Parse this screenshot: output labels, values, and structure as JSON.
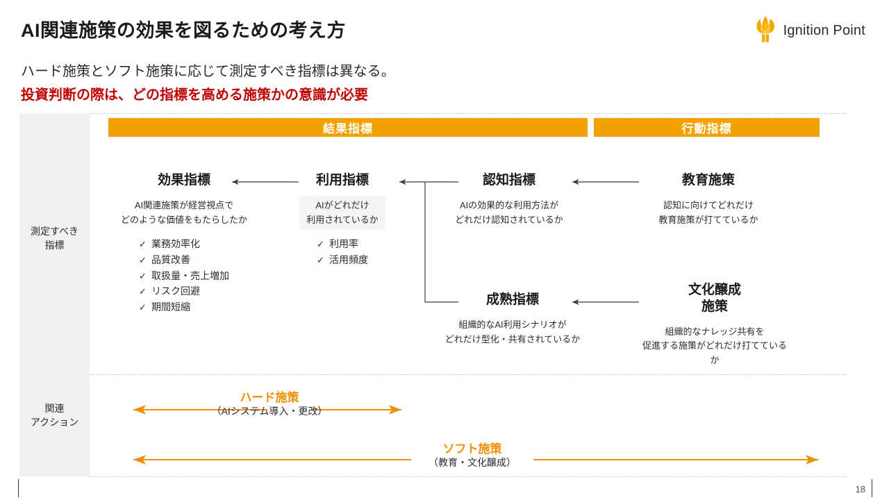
{
  "slide": {
    "title": "AI関連施策の効果を図るための考え方",
    "subtitle_1": "ハード施策とソフト施策に応じて測定すべき指標は異なる。",
    "subtitle_2": "投資判断の際は、どの指標を高める施策かの意識が必要",
    "page_number": "18"
  },
  "logo": {
    "text": "Ignition Point",
    "color": "#F2A100"
  },
  "sidebar": {
    "label_indicators": "測定すべき\n指標",
    "label_actions": "関連\nアクション"
  },
  "section_bars": {
    "results": "結果指標",
    "actions": "行動指標",
    "color": "#F2A100"
  },
  "nodes": {
    "effect": {
      "title": "効果指標",
      "desc": "AI関連施策が経営視点で\nどのような価値をもたらしたか",
      "checks": [
        "業務効率化",
        "品質改善",
        "取扱量・売上増加",
        "リスク回避",
        "期間短縮"
      ]
    },
    "usage": {
      "title": "利用指標",
      "desc": "AIがどれだけ\n利用されているか",
      "checks": [
        "利用率",
        "活用頻度"
      ]
    },
    "awareness": {
      "title": "認知指標",
      "desc": "AIの効果的な利用方法が\nどれだけ認知されているか"
    },
    "education": {
      "title": "教育施策",
      "desc": "認知に向けてどれだけ\n教育施策が打てているか"
    },
    "maturity": {
      "title": "成熟指標",
      "desc": "組織的なAI利用シナリオが\nどれだけ型化・共有されているか"
    },
    "culture": {
      "title": "文化醸成\n施策",
      "desc": "組織的なナレッジ共有を\n促進する施策がどれだけ打てているか"
    }
  },
  "policies": {
    "hard": {
      "name": "ハード施策",
      "sub": "（AIシステム導入・更改）"
    },
    "soft": {
      "name": "ソフト施策",
      "sub": "（教育・文化醸成）"
    },
    "color": "#EF9000"
  }
}
